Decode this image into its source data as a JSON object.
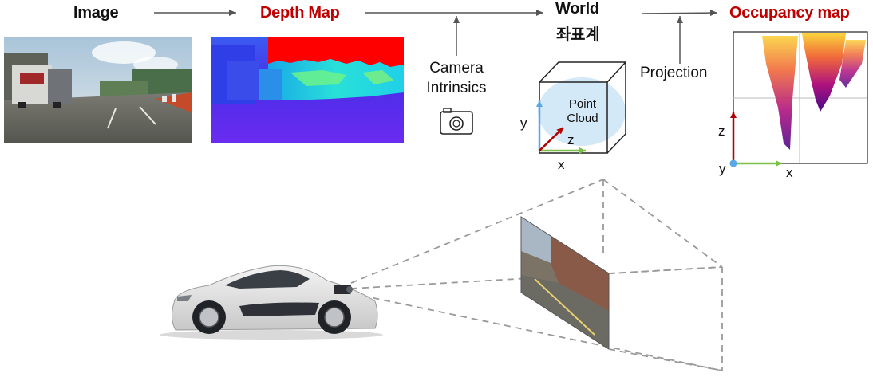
{
  "pipeline": {
    "image_title": "Image",
    "depth_title": "Depth Map",
    "world_title_line1": "World",
    "world_title_line2": "좌표계",
    "occupancy_title": "Occupancy map",
    "camera_label_line1": "Camera",
    "camera_label_line2": "Intrinsics",
    "projection_label": "Projection"
  },
  "point_cloud": {
    "label_line1": "Point",
    "label_line2": "Cloud",
    "axis_x": "x",
    "axis_y": "y",
    "axis_z": "z"
  },
  "occupancy_axes": {
    "axis_x": "x",
    "axis_y": "y",
    "axis_z": "z"
  },
  "colors": {
    "title_red": "#c00000",
    "arrow_gray": "#555555",
    "axis_red": "#b00000",
    "axis_green": "#7cc04a",
    "axis_blue": "#5aa7e8",
    "cloud_fill": "#d4e9f7",
    "depth_purple": "#6a2cf0",
    "depth_red": "#ff0000"
  },
  "icons": [
    "camera-icon",
    "car-illustration"
  ]
}
